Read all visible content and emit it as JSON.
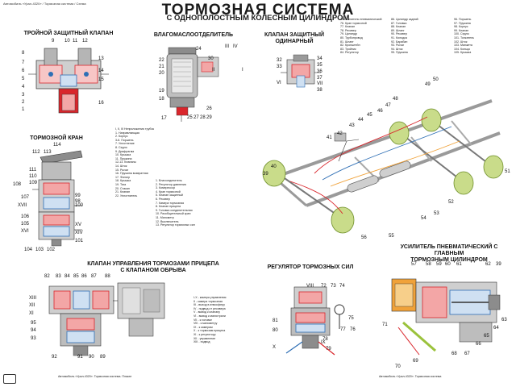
{
  "header": {
    "tiny_left": "Автомобиль «Урал-4320» / Тормозная система / Схема",
    "title": "ТОРМОЗНАЯ  СИСТЕМА",
    "subtitle": "С ОДНОПОЛОСТНЫМ КОЛЕСНЫМ ЦИЛИНДРОМ"
  },
  "sections": {
    "triple_valve": "ТРОЙНОЙ ЗАЩИТНЫЙ КЛАПАН",
    "oil_separator": "ВЛАГОМАСЛООТДЕЛИТЕЛЬ",
    "single_valve": "КЛАПАН ЗАЩИТНЫЙ\nОДИНАРНЫЙ",
    "brake_valve": "ТОРМОЗНОЙ КРАН",
    "trailer_valve": "КЛАПАН УПРАВЛЕНИЯ ТОРМОЗАМИ ПРИЦЕПА\nС КЛАПАНОМ ОБРЫВА",
    "regulator": "РЕГУЛЯТОР ТОРМОЗНЫХ СИЛ",
    "booster": "УСИЛИТЕЛЬ ПНЕВМАТИЧЕСКИЙ С ГЛАВНЫМ\nТОРМОЗНЫМ ЦИЛИНДРОМ"
  },
  "labels": {
    "triple_valve": [
      "9",
      "10",
      "11",
      "12",
      "8",
      "13",
      "7",
      "14",
      "6",
      "15",
      "5",
      "4",
      "3",
      "2",
      "1",
      "16"
    ],
    "oil_separator": [
      "22",
      "21",
      "20",
      "24",
      "30",
      "III",
      "IV",
      "II",
      "I",
      "19",
      "18",
      "17",
      "25",
      "27",
      "28",
      "29",
      "26"
    ],
    "single_valve": [
      "32",
      "33",
      "34",
      "35",
      "36",
      "37",
      "VI",
      "VII",
      "38"
    ],
    "brake_valve": [
      "114",
      "112",
      "113",
      "111",
      "110",
      "109",
      "108",
      "107",
      "XVII",
      "106",
      "105",
      "XVI",
      "104",
      "103",
      "102",
      "101",
      "100",
      "99",
      "98",
      "XV",
      "XIV"
    ],
    "chassis": [
      "39",
      "40",
      "41",
      "42",
      "43",
      "44",
      "45",
      "46",
      "47",
      "48",
      "49",
      "50",
      "51",
      "52",
      "53",
      "54",
      "55",
      "56"
    ],
    "trailer_valve": [
      "82",
      "83",
      "84",
      "85",
      "86",
      "87",
      "88",
      "XIII",
      "XII",
      "XI",
      "95",
      "94",
      "93",
      "92",
      "91",
      "90",
      "89"
    ],
    "regulator": [
      "VIII",
      "72",
      "73",
      "74",
      "IX",
      "81",
      "80",
      "X",
      "79",
      "78",
      "77",
      "76",
      "75"
    ],
    "booster": [
      "57",
      "58",
      "59",
      "60",
      "61",
      "62",
      "39",
      "71",
      "70",
      "69",
      "68",
      "67",
      "66",
      "65",
      "64",
      "63"
    ]
  },
  "legend_brake": [
    "I, II, III Неприложения трубок",
    "1. Направляющая",
    "2. Корпус",
    "3-6. Поршень",
    "7. Уплотнение",
    "8. Седло",
    "9. Диафрагма",
    "10. Крышка",
    "11. Пружина",
    "12-13. Клапаны",
    "14. Шток",
    "15. Рычаг",
    "16. Пружина возвратная",
    "17. Фильтр",
    "18. Крышка",
    "19. Тяга",
    "20. Стакан",
    "21. Клапан",
    "22. Уплотнитель"
  ],
  "legend_valve": [
    "1. Влагоотделитель",
    "2. Регулятор давления",
    "3. Компрессор",
    "4. Кран тормозной",
    "5. Клапан защитный",
    "6. Ресивер",
    "7. Камера тормозная",
    "8. Клапан прицепа",
    "9. Головка соединительная",
    "10. Разобщительный кран",
    "11. Манометр",
    "12. Выключатель",
    "13. Регулятор тормозных сил"
  ],
  "legend_right1": [
    "75. Усилитель пневматический",
    "76. Кран тормозной",
    "77. Клапан",
    "78. Ресивер",
    "79. Цилиндр",
    "80. Трубопровод",
    "81. Шланг",
    "82. Кронштейн",
    "83. Тройник",
    "84. Регулятор"
  ],
  "legend_right2": [
    "86. Цилиндр задний",
    "87. Головка",
    "88. Клапан",
    "89. Шланг",
    "90. Ресивер",
    "91. Колодка",
    "92. Барабан",
    "93. Рычаг",
    "94. Шток",
    "95. Пружина"
  ],
  "legend_right3": [
    "96. Поршень",
    "97. Пружина",
    "98. Корпус",
    "99. Клапан",
    "100. Седло",
    "101. Толкатель",
    "102. Шток",
    "103. Манжета",
    "104. Кольцо",
    "105. Крышка"
  ],
  "legend_trailer": [
    "I-X - камера управления",
    "II - камера тормозная",
    "III - выход в атмосферу",
    "IV - подвод от ресивера",
    "V - вывод к клапану",
    "VI - вывод к магистрали",
    "VII - к головке",
    "VIII - к манометру",
    "IX - к камерам",
    "X - к тормозам прицепа",
    "XI - к регулятору",
    "XII - управление",
    "XIII - подвод"
  ],
  "footer": {
    "left": "Автомобиль «Урал-4320». Тормозная система. Плакат",
    "right": "Автомобиль «Урал-4320». Тормозная система"
  },
  "colors": {
    "red": "#d9262c",
    "blue": "#2f6fb5",
    "green": "#9bc23c",
    "orange": "#f0a23a",
    "gray": "#8c8c8c"
  }
}
